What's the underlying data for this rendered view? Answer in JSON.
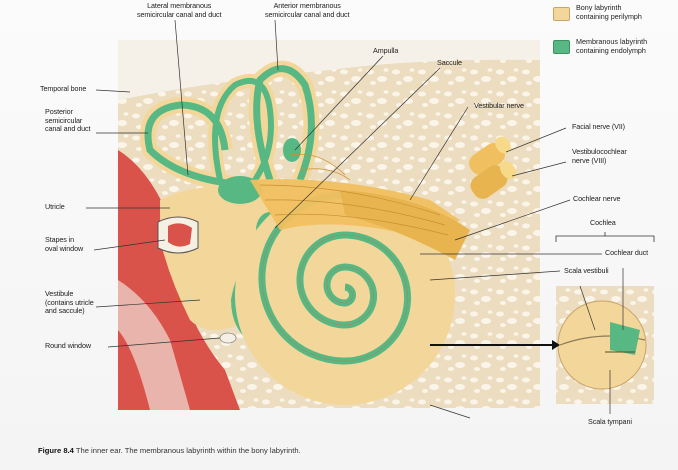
{
  "legend": {
    "items": [
      {
        "text": "Bony labyrinth\ncontaining perilymph",
        "color": "#f3d79a"
      },
      {
        "text": "Membranous labyrinth\ncontaining endolymph",
        "color": "#58b883"
      }
    ]
  },
  "labels": {
    "lateral_canal": "Lateral membranous\nsemicircular canal and duct",
    "anterior_canal": "Anterior membranous\nsemicircular canal and duct",
    "ampulla": "Ampulla",
    "saccule": "Saccule",
    "temporal_bone": "Temporal bone",
    "posterior_canal": "Posterior\nsemicircular\ncanal and duct",
    "vestibular_nerve": "Vestibular nerve",
    "facial_nerve": "Facial nerve (VII)",
    "vestibulocochlear_nerve": "Vestibulocochlear\nnerve (VIII)",
    "utricle": "Utricle",
    "stapes": "Stapes in\noval window",
    "cochlear_nerve": "Cochlear nerve",
    "cochlea": "Cochlea",
    "cochlear_duct": "Cochlear duct",
    "scala_vestibuli": "Scala vestibuli",
    "vestibule": "Vestibule\n(contains utricle\nand saccule)",
    "round_window": "Round window",
    "scala_tympani": "Scala tympani"
  },
  "caption": {
    "figure_number": "Figure 8.4",
    "text": "The inner ear. The membranous labyrinth within the bony labyrinth."
  },
  "colors": {
    "bone": "#ecdcc0",
    "perilymph": "#f3d79a",
    "endolymph": "#58b883",
    "nerve": "#f0c060",
    "middle_ear": "#d9534a"
  }
}
